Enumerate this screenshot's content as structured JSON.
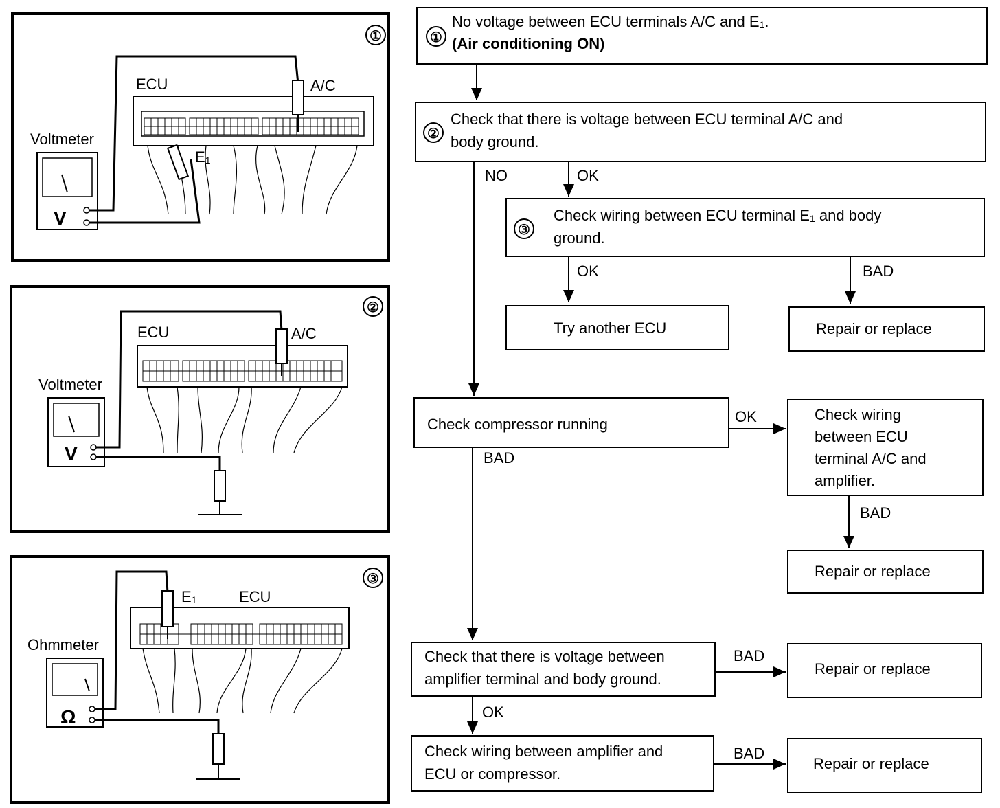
{
  "panels": [
    {
      "number": "①",
      "meter_label": "Voltmeter",
      "meter_symbol": "V",
      "ecu_label": "ECU",
      "probe_a_label": "A/C",
      "probe_b_label": "E",
      "probe_b_sub": "1"
    },
    {
      "number": "②",
      "meter_label": "Voltmeter",
      "meter_symbol": "V",
      "ecu_label": "ECU",
      "probe_a_label": "A/C"
    },
    {
      "number": "③",
      "meter_label": "Ohmmeter",
      "meter_symbol": "Ω",
      "ecu_label": "ECU",
      "probe_a_label": "E",
      "probe_a_sub": "1"
    }
  ],
  "flow": {
    "step1": {
      "number": "①",
      "line1": "No voltage between ECU terminals A/C and E",
      "line1_sub": "1",
      "line1_end": ".",
      "line2": "(Air conditioning ON)"
    },
    "step2": {
      "number": "②",
      "line1": "Check that there is voltage between ECU terminal A/C and",
      "line2": "body ground."
    },
    "step3": {
      "number": "③",
      "line1": "Check wiring between ECU terminal E",
      "line1_sub": "1",
      "line1_end": " and body",
      "line2": "ground."
    },
    "try_ecu": "Try another ECU",
    "repair1": "Repair or replace",
    "compressor": "Check compressor running",
    "check_wiring_amp": {
      "line1": "Check wiring",
      "line2": "between ECU",
      "line3": "terminal A/C and",
      "line4": "amplifier."
    },
    "repair2": "Repair or replace",
    "check_voltage_amp": {
      "line1": "Check that there is voltage between",
      "line2": "amplifier terminal and body ground."
    },
    "repair3": "Repair or replace",
    "check_wiring_final": {
      "line1": "Check wiring between amplifier and",
      "line2": "ECU or compressor."
    },
    "repair4": "Repair or replace",
    "labels": {
      "no": "NO",
      "ok": "OK",
      "bad": "BAD"
    }
  }
}
